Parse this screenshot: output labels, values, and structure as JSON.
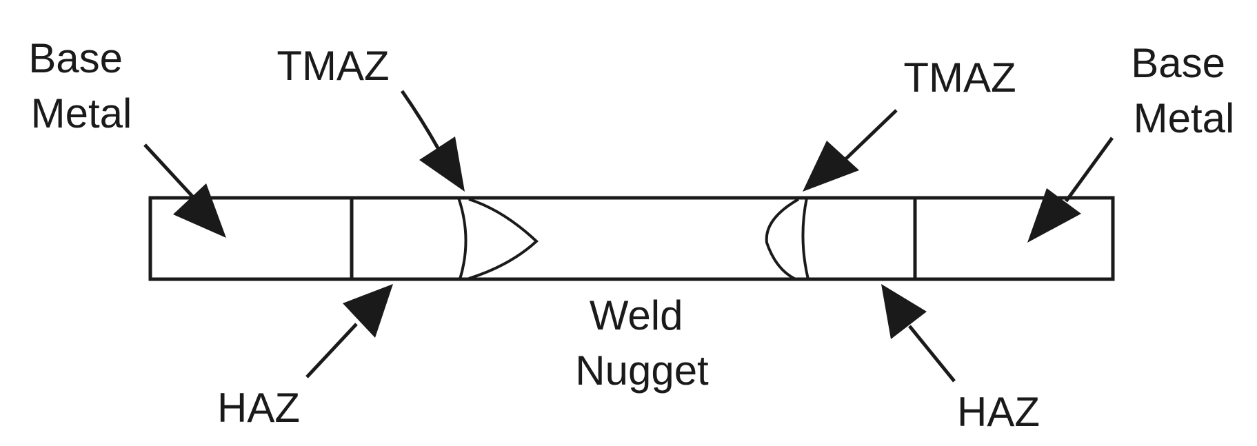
{
  "labels": {
    "base_metal_left": [
      "Base",
      "Metal"
    ],
    "tmaz_left": "TMAZ",
    "tmaz_right": "TMAZ",
    "base_metal_right": [
      "Base",
      "Metal"
    ],
    "haz_left": "HAZ",
    "weld_nugget": [
      "Weld",
      "Nugget"
    ],
    "haz_right": "HAZ"
  },
  "colors": {
    "stroke": "#1a1a1a",
    "background": "#ffffff"
  }
}
